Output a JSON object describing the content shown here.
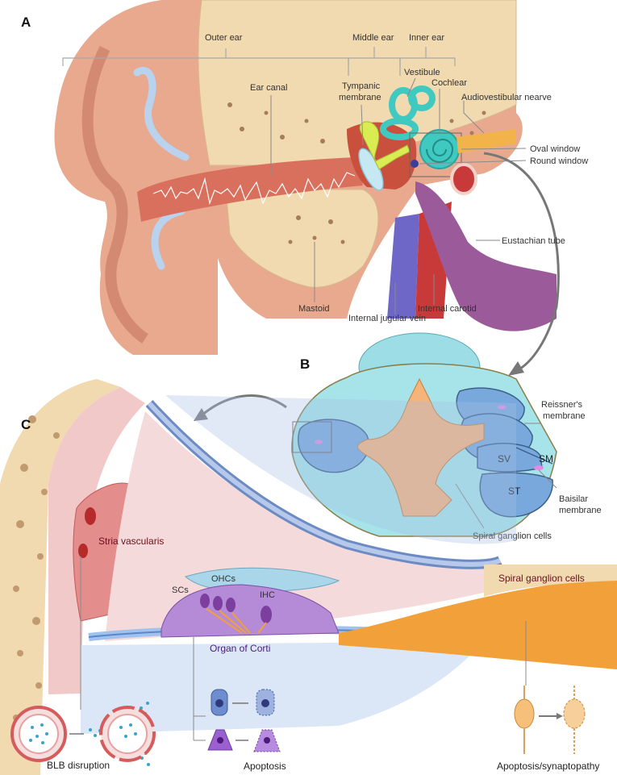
{
  "panels": {
    "a": "A",
    "b": "B",
    "c": "C"
  },
  "panel_a": {
    "outer_ear": "Outer ear",
    "middle_ear": "Middle ear",
    "inner_ear": "Inner ear",
    "ear_canal": "Ear canal",
    "tympanic_membrane_line1": "Tympanic",
    "tympanic_membrane_line2": "membrane",
    "vestibule": "Vestibule",
    "cochlear": "Cochlear",
    "audiovestibular_nerve": "Audiovestibular nearve",
    "oval_window": "Oval window",
    "round_window": "Round window",
    "eustachian_tube": "Eustachian tube",
    "internal_carotid": "Internal carotid",
    "internal_jugular_vein": "Internal jugular vein",
    "mastoid": "Mastoid"
  },
  "panel_b": {
    "reissners_line1": "Reissner's",
    "reissners_line2": "membrane",
    "sv": "SV",
    "sm": "SM",
    "st": "ST",
    "basilar_line1": "Baisilar",
    "basilar_line2": "membrane",
    "spiral_ganglion": "Spiral ganglion cells"
  },
  "panel_c": {
    "stria_vascularis": "Stria vascularis",
    "scs": "SCs",
    "ohcs": "OHCs",
    "ihc": "IHC",
    "organ_of_corti": "Organ of Corti",
    "spiral_ganglion": "Spiral ganglion cells",
    "blb_disruption": "BLB disruption",
    "apoptosis": "Apoptosis",
    "apoptosis_synaptopathy": "Apoptosis/synaptopathy"
  },
  "colors": {
    "skin": "#e9a98f",
    "bone": "#f1d9b0",
    "cochlea": "#3fc9c0",
    "ossicles": "#d9ec52",
    "eustachian": "#9b5a9a",
    "vein": "#6f67c7",
    "artery": "#c83a3a",
    "duct_blue": "#7ea6dc",
    "ganglion": "#f2a03a"
  }
}
